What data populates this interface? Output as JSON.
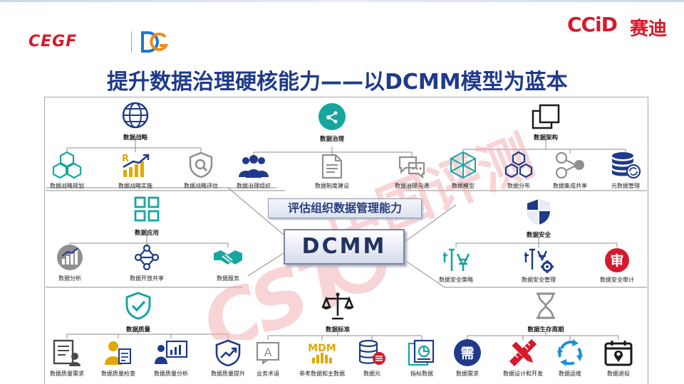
{
  "header": {
    "logo_left": "CEGF",
    "logo_right_en": "CCiD",
    "logo_right_cn": "赛迪",
    "title": "提升数据治理硬核能力——以DCMM模型为蓝本"
  },
  "center": {
    "capability_label": "评估组织数据管理能力",
    "model_name": "DCMM"
  },
  "watermark": {
    "text_cn": "中国评测"
  },
  "domains": {
    "strategy": {
      "title": "数据战略",
      "items": [
        "数据战略规划",
        "数据战略实施",
        "数据战略评估"
      ]
    },
    "governance": {
      "title": "数据治理",
      "items": [
        "数据治理组织",
        "数据制度建设",
        "数据治理沟通"
      ]
    },
    "architecture": {
      "title": "数据架构",
      "items": [
        "数据模型",
        "数据分布",
        "数据集成共享",
        "元数据管理"
      ]
    },
    "application": {
      "title": "数据应用",
      "items": [
        "数据分析",
        "数据开放共享",
        "数据服务"
      ]
    },
    "security": {
      "title": "数据安全",
      "items": [
        "数据安全策略",
        "数据安全管理",
        "数据安全审计"
      ]
    },
    "quality": {
      "title": "数据质量",
      "items": [
        "数据质量需求",
        "数据质量检查",
        "数据质量分析",
        "数据质量提升"
      ]
    },
    "standard": {
      "title": "数据标准",
      "items": [
        "业务术语",
        "参考数据和主数据",
        "数据元",
        "指标数据"
      ]
    },
    "lifecycle": {
      "title": "数据生存周期",
      "items": [
        "数据需求",
        "数据设计和开发",
        "数据运维",
        "数据退役"
      ]
    }
  },
  "icon_text": {
    "need": "需",
    "audit": "审",
    "mdm": "MDM",
    "term": "A"
  },
  "colors": {
    "brand_red": "#d7192b",
    "title_blue": "#1f3a8a",
    "icon_navy": "#1f3a8a",
    "icon_teal": "#16a6a0",
    "icon_gold": "#e0a800"
  }
}
